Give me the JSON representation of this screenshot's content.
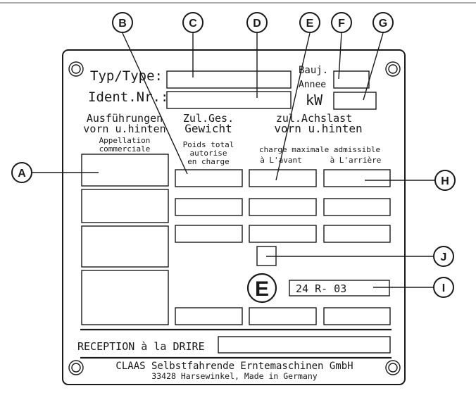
{
  "plate": {
    "type_label": "Typ/Type:",
    "ident_label": "Ident.Nr.:",
    "year_label_1": "Bauj.",
    "year_label_2": "Annee",
    "kw_label": "kW",
    "col1_header_1": "Ausführungen",
    "col1_header_2": "vorn u.hinten",
    "col1_sub_1": "Appellation",
    "col1_sub_2": "commerciale",
    "col2_header_1": "Zul.Ges.",
    "col2_header_2": "Gewicht",
    "col2_sub_1": "Poids total",
    "col2_sub_2": "autorise",
    "col2_sub_3": "en charge",
    "col34_header_1": "zul.Achslast",
    "col34_header_2": "vorn  u.hinten",
    "col34_sub": "charge maximale admissible",
    "col3_sub": "à L'avant",
    "col4_sub": "à L'arrière",
    "e_mark": "E",
    "approval_number": "24 R- 03",
    "reception_label": "RECEPTION à la DRIRE",
    "manufacturer": "CLAAS Selbstfahrende Erntemaschinen GmbH",
    "address": "33428 Harsewinkel, Made in Germany"
  },
  "callouts": {
    "A": "A",
    "B": "B",
    "C": "C",
    "D": "D",
    "E": "E",
    "F": "F",
    "G": "G",
    "H": "H",
    "I": "I",
    "J": "J"
  }
}
